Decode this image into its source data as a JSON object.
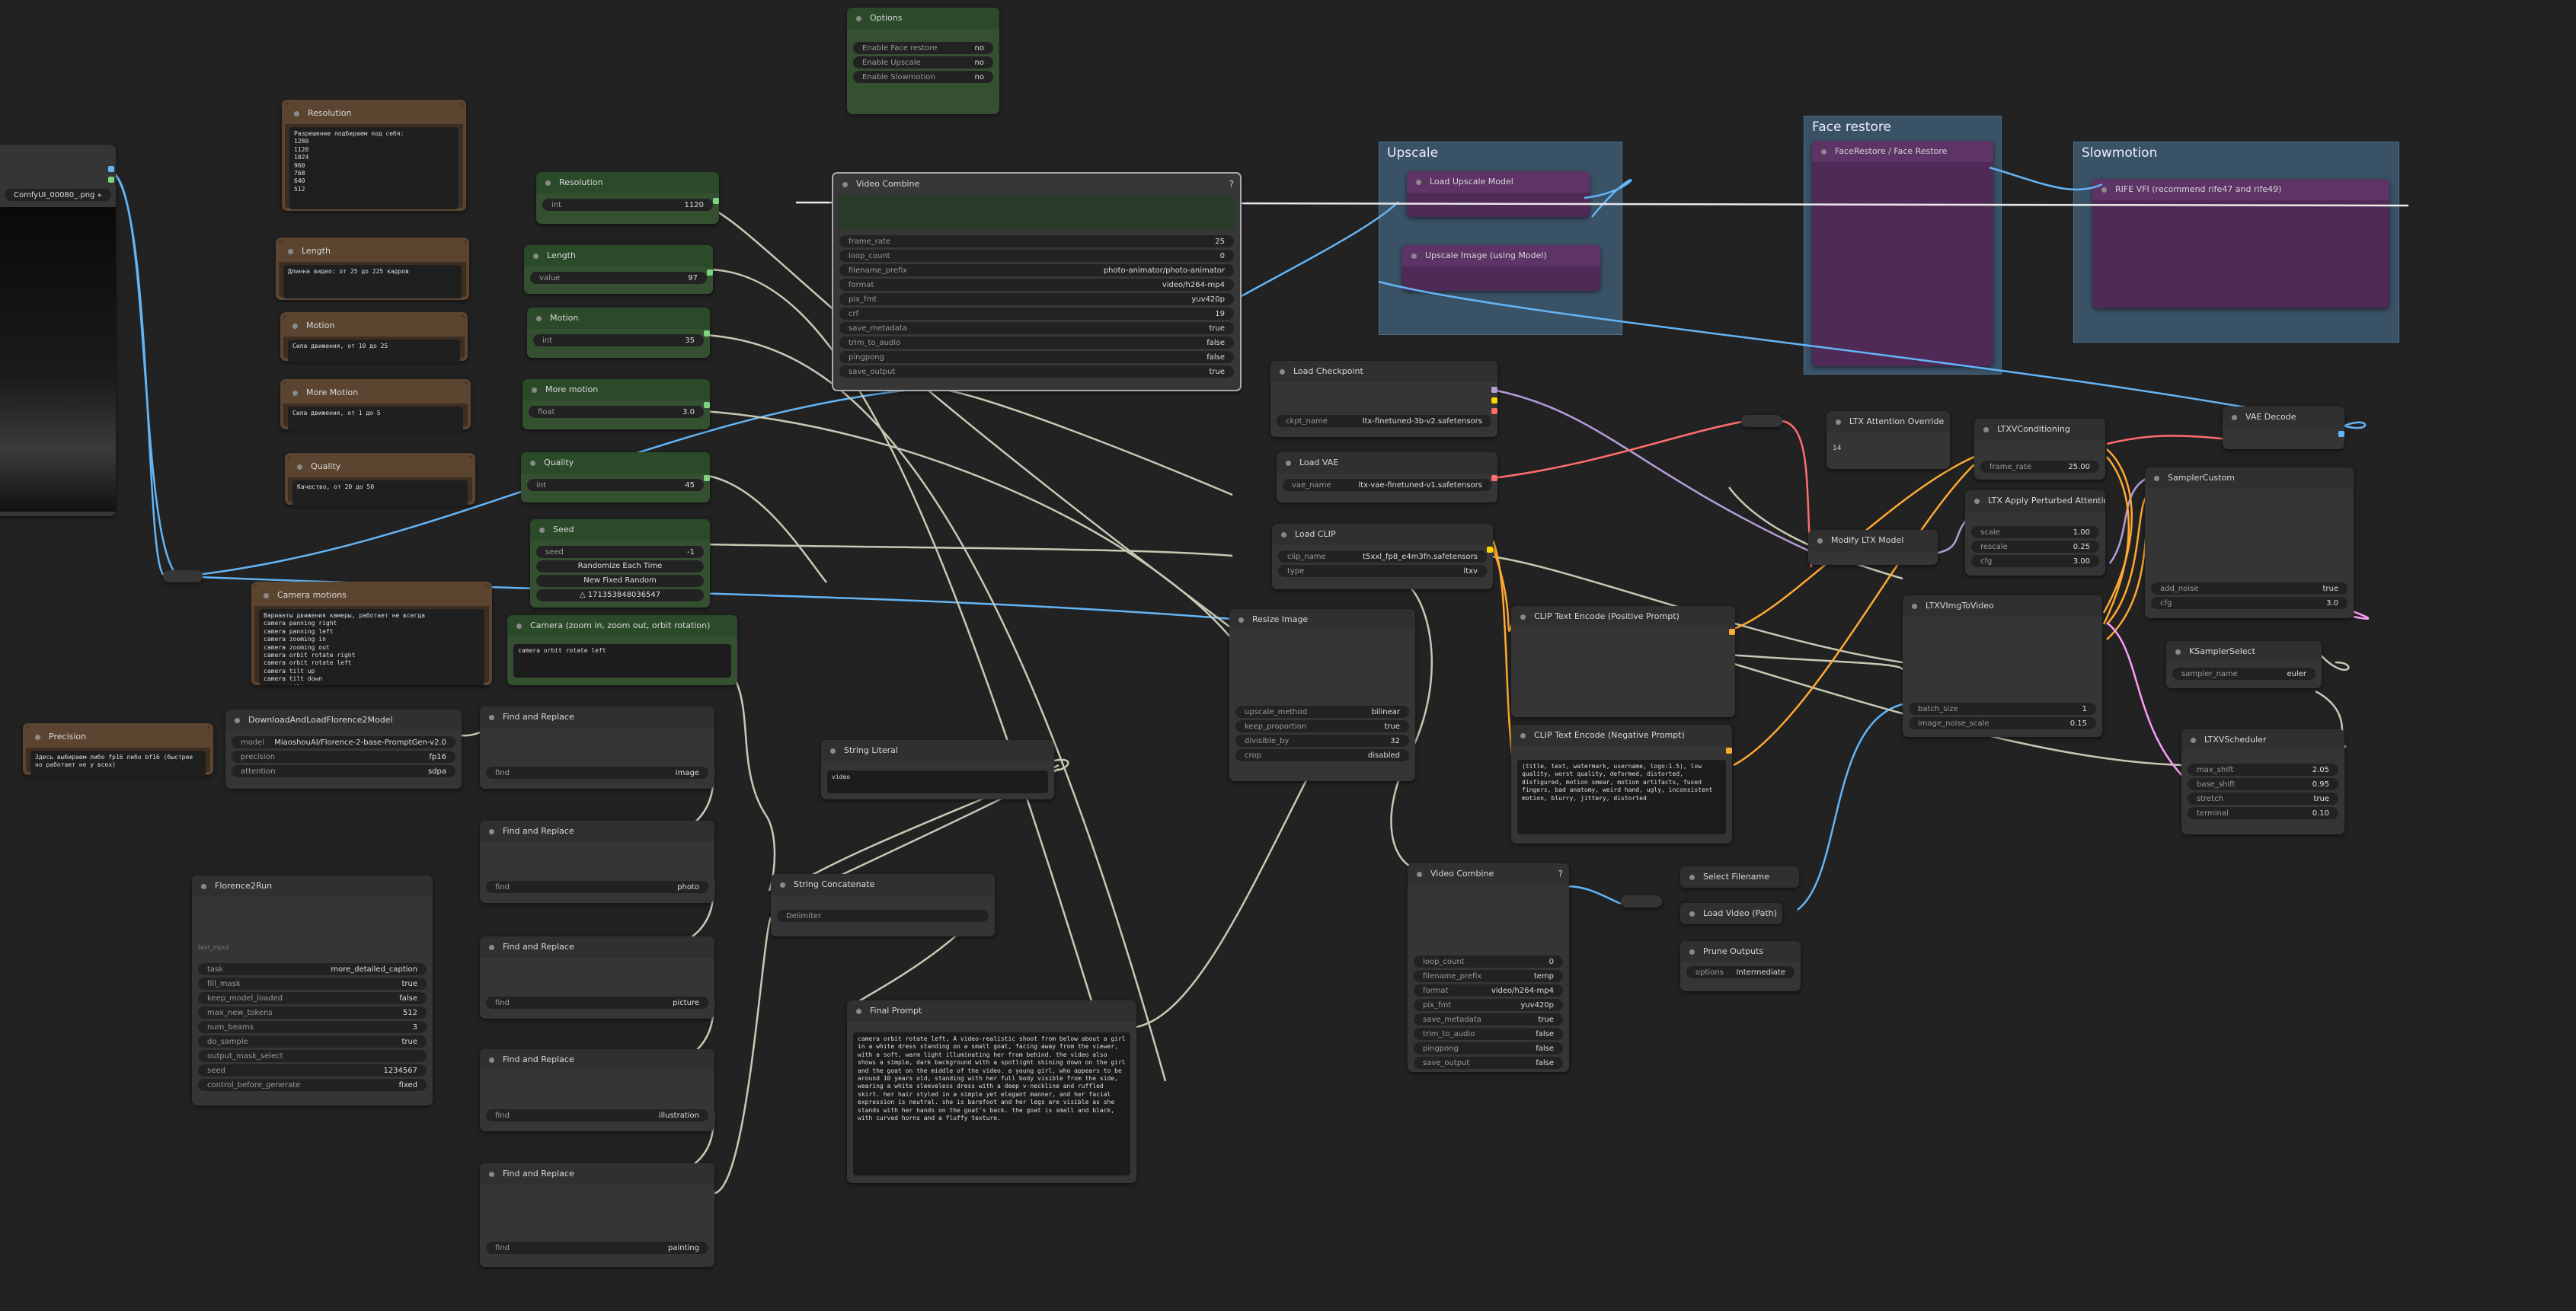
{
  "canvas": {
    "background": "#222222"
  },
  "colors": {
    "wire_default": "#c8c8b4",
    "wire_image": "#64b5f6",
    "wire_vae": "#ff6e6e",
    "wire_model": "#b39ddb",
    "wire_conditioning": "#ffa931",
    "wire_latent": "#ff9cf9"
  },
  "groups": {
    "upscale": "Upscale",
    "face_restore": "Face restore",
    "slowmotion": "Slowmotion"
  },
  "nodes": {
    "options": {
      "title": "Options",
      "items": [
        {
          "label": "Enable Face restore",
          "value": "no"
        },
        {
          "label": "Enable Upscale",
          "value": "no"
        },
        {
          "label": "Enable Slowmotion",
          "value": "no"
        }
      ]
    },
    "load_image": {
      "image": "ComfyUI_00080_.png"
    },
    "resolution_note": {
      "title": "Resolution",
      "text": "Разрешение подбираем под себя:\n1280\n1120\n1024\n960\n768\n640\n512"
    },
    "length_note": {
      "title": "Length",
      "text": "Длинна видео: от 25 до 225 кадров"
    },
    "motion_note": {
      "title": "Motion",
      "text": "Сила движения, от 10 до 25"
    },
    "more_motion_note": {
      "title": "More Motion",
      "text": "Сила движения, от 1 до 5"
    },
    "quality_note": {
      "title": "Quality",
      "text": "Качество, от 20 до 50"
    },
    "camera_note": {
      "title": "Camera motions",
      "text": "Варианты движения камеры, работает не всегда\ncamera panning right\ncamera panning left\ncamera zooming in\ncamera zooming out\ncamera orbit rotate right\ncamera orbit rotate left\ncamera tilt up\ncamera tilt down\ncamera tilt up"
    },
    "precision_note": {
      "title": "Precision",
      "text": "Здесь выбираем либо fp16 либо bf16 (быстрее но работает не у всех)"
    },
    "resolution": {
      "title": "Resolution",
      "label": "int",
      "value": "1120"
    },
    "length": {
      "title": "Length",
      "label": "value",
      "value": "97"
    },
    "motion": {
      "title": "Motion",
      "label": "int",
      "value": "35"
    },
    "more_motion": {
      "title": "More motion",
      "label": "float",
      "value": "3.0"
    },
    "quality": {
      "title": "Quality",
      "label": "int",
      "value": "45"
    },
    "seed": {
      "title": "Seed",
      "label": "seed",
      "value": "-1",
      "btn1": "Randomize Each Time",
      "btn2": "New Fixed Random",
      "last": "△ 171353848036547"
    },
    "camera": {
      "title": "Camera (zoom in, zoom out, orbit rotation)",
      "text": "camera orbit rotate left"
    },
    "vc_top": {
      "title": "Video Combine",
      "widgets": [
        {
          "l": "frame_rate",
          "v": "25"
        },
        {
          "l": "loop_count",
          "v": "0"
        },
        {
          "l": "filename_prefix",
          "v": "photo-animator/photo-animator"
        },
        {
          "l": "format",
          "v": "video/h264-mp4"
        },
        {
          "l": "pix_fmt",
          "v": "yuv420p"
        },
        {
          "l": "crf",
          "v": "19"
        },
        {
          "l": "save_metadata",
          "v": "true"
        },
        {
          "l": "trim_to_audio",
          "v": "false"
        },
        {
          "l": "pingpong",
          "v": "false"
        },
        {
          "l": "save_output",
          "v": "true"
        }
      ]
    },
    "vc_bottom": {
      "title": "Video Combine",
      "widgets": [
        {
          "l": "loop_count",
          "v": "0"
        },
        {
          "l": "filename_prefix",
          "v": "temp"
        },
        {
          "l": "format",
          "v": "video/h264-mp4"
        },
        {
          "l": "pix_fmt",
          "v": "yuv420p"
        },
        {
          "l": "save_metadata",
          "v": "true"
        },
        {
          "l": "trim_to_audio",
          "v": "false"
        },
        {
          "l": "pingpong",
          "v": "false"
        },
        {
          "l": "save_output",
          "v": "false"
        }
      ]
    },
    "load_checkpoint": {
      "title": "Load Checkpoint",
      "label": "ckpt_name",
      "value": "ltx-finetuned-3b-v2.safetensors"
    },
    "load_vae": {
      "title": "Load VAE",
      "label": "vae_name",
      "value": "ltx-vae-finetuned-v1.safetensors"
    },
    "load_clip": {
      "title": "Load CLIP",
      "label1": "clip_name",
      "value1": "t5xxl_fp8_e4m3fn.safetensors",
      "label2": "type",
      "value2": "ltxv"
    },
    "resize": {
      "title": "Resize Image",
      "widgets": [
        {
          "l": "upscale_method",
          "v": "bilinear"
        },
        {
          "l": "keep_proportion",
          "v": "true"
        },
        {
          "l": "divisible_by",
          "v": "32"
        },
        {
          "l": "crop",
          "v": "disabled"
        }
      ]
    },
    "clip_pos": {
      "title": "CLIP Text Encode (Positive Prompt)"
    },
    "clip_neg": {
      "title": "CLIP Text Encode (Negative Prompt)",
      "text": "(title, text, watermark, username, logo:1.5), low quality, worst quality, deformed, distorted, disfigured, motion smear, motion artifacts, fused fingers, bad anatomy, weird hand, ugly, inconsistent motion, blurry, jittery, distorted"
    },
    "ltx_attn": {
      "title": "LTX Attention Override",
      "text": "14"
    },
    "modify_ltx": {
      "title": "Modify LTX Model"
    },
    "ltxv_cond": {
      "title": "LTXVConditioning",
      "label": "frame_rate",
      "value": "25.00"
    },
    "ltx_pert": {
      "title": "LTX Apply Perturbed Attention",
      "widgets": [
        {
          "l": "scale",
          "v": "1.00"
        },
        {
          "l": "rescale",
          "v": "0.25"
        },
        {
          "l": "cfg",
          "v": "3.00"
        }
      ]
    },
    "ltxv_i2v": {
      "title": "LTXVImgToVideo",
      "widgets": [
        {
          "l": "batch_size",
          "v": "1"
        },
        {
          "l": "image_noise_scale",
          "v": "0.15"
        }
      ]
    },
    "sampler_custom": {
      "title": "SamplerCustom",
      "widgets": [
        {
          "l": "add_noise",
          "v": "true"
        },
        {
          "l": "cfg",
          "v": "3.0"
        }
      ]
    },
    "ksampler_select": {
      "title": "KSamplerSelect",
      "label": "sampler_name",
      "value": "euler"
    },
    "ltxv_sched": {
      "title": "LTXVScheduler",
      "widgets": [
        {
          "l": "max_shift",
          "v": "2.05"
        },
        {
          "l": "base_shift",
          "v": "0.95"
        },
        {
          "l": "stretch",
          "v": "true"
        },
        {
          "l": "terminal",
          "v": "0.10"
        }
      ]
    },
    "vae_decode": {
      "title": "VAE Decode"
    },
    "download_florence": {
      "title": "DownloadAndLoadFlorence2Model",
      "widgets": [
        {
          "l": "model",
          "v": "MiaoshouAI/Florence-2-base-PromptGen-v2.0"
        },
        {
          "l": "precision",
          "v": "fp16"
        },
        {
          "l": "attention",
          "v": "sdpa"
        }
      ]
    },
    "florence_run": {
      "title": "Florence2Run",
      "text_input": "text_input",
      "widgets": [
        {
          "l": "task",
          "v": "more_detailed_caption"
        },
        {
          "l": "fill_mask",
          "v": "true"
        },
        {
          "l": "keep_model_loaded",
          "v": "false"
        },
        {
          "l": "max_new_tokens",
          "v": "512"
        },
        {
          "l": "num_beams",
          "v": "3"
        },
        {
          "l": "do_sample",
          "v": "true"
        },
        {
          "l": "output_mask_select",
          "v": ""
        },
        {
          "l": "seed",
          "v": "1234567"
        },
        {
          "l": "control_before_generate",
          "v": "fixed"
        }
      ]
    },
    "fr1": {
      "title": "Find and Replace",
      "label": "find",
      "value": "image"
    },
    "fr2": {
      "title": "Find and Replace",
      "label": "find",
      "value": "photo"
    },
    "fr3": {
      "title": "Find and Replace",
      "label": "find",
      "value": "picture"
    },
    "fr4": {
      "title": "Find and Replace",
      "label": "find",
      "value": "illustration"
    },
    "fr5": {
      "title": "Find and Replace",
      "label": "find",
      "value": "painting"
    },
    "string_literal": {
      "title": "String Literal",
      "text": "video"
    },
    "string_concat": {
      "title": "String Concatenate",
      "label": "Delimiter",
      "value": ""
    },
    "final_prompt": {
      "title": "Final Prompt",
      "text": "camera orbit rotate left, A video-realistic shoot from below about a girl in a white dress standing on a small goat, facing away from the viewer, with a soft, warm light illuminating her from behind. the video also shows a simple, dark background with a spotlight shining down on the girl and the goat on the middle of the video. a young girl, who appears to be around 10 years old, standing with her full body visible from the side, wearing a white sleeveless dress with a deep v-neckline and ruffled skirt. her hair styled in a simple yet elegant manner, and her facial expression is neutral. she is barefoot and her legs are visible as she stands with her hands on the goat's back. the goat is small and black, with curved horns and a fluffy texture."
    },
    "select_filename": {
      "title": "Select Filename"
    },
    "load_video_path": {
      "title": "Load Video (Path)"
    },
    "prune_outputs": {
      "title": "Prune Outputs",
      "label": "options",
      "value": "Intermediate"
    },
    "upscale_a": {
      "title": "Load Upscale Model"
    },
    "upscale_b": {
      "title": "Upscale Image (using Model)"
    },
    "face_node": {
      "title": "FaceRestore / Face Restore"
    },
    "slow_node": {
      "title": "RIFE VFI (recommend rife47 and rife49)"
    }
  }
}
